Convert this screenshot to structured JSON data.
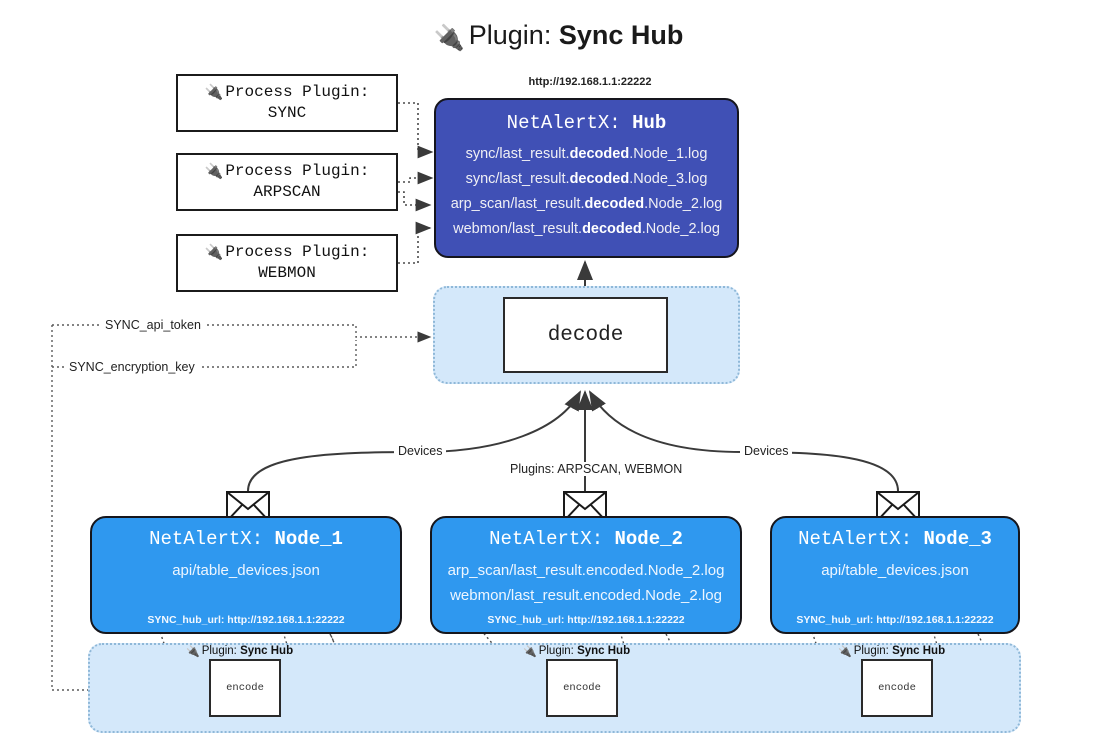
{
  "title": {
    "icon": "plug-icon",
    "prefix": "Plugin: ",
    "name": "Sync Hub"
  },
  "hub": {
    "url": "http://192.168.1.1:22222",
    "title_prefix": "NetAlertX: ",
    "title_name": "Hub",
    "logs": [
      {
        "pre": "sync/last_result.",
        "mid": "decoded",
        "post": ".Node_1.log"
      },
      {
        "pre": "sync/last_result.",
        "mid": "decoded",
        "post": ".Node_3.log"
      },
      {
        "pre": "arp_scan/last_result.",
        "mid": "decoded",
        "post": ".Node_2.log"
      },
      {
        "pre": "webmon/last_result.",
        "mid": "decoded",
        "post": ".Node_2.log"
      }
    ]
  },
  "process_plugins": [
    {
      "icon": "plug-icon",
      "line1": "Process Plugin:",
      "line2": "SYNC"
    },
    {
      "icon": "plug-icon",
      "line1": "Process Plugin:",
      "line2": "ARPSCAN"
    },
    {
      "icon": "plug-icon",
      "line1": "Process Plugin:",
      "line2": "WEBMON"
    }
  ],
  "decode": {
    "label": "decode"
  },
  "wire_labels": {
    "devices_left": "Devices",
    "devices_right": "Devices",
    "plugins_middle": "Plugins: ARPSCAN, WEBMON",
    "api_token": "SYNC_api_token",
    "encryption_key": "SYNC_encryption_key"
  },
  "nodes": [
    {
      "icon": "envelope-icon",
      "title_prefix": "NetAlertX: ",
      "title_name": "Node_1",
      "lines": [
        "api/table_devices.json"
      ],
      "footer": "SYNC_hub_url: http://192.168.1.1:22222"
    },
    {
      "icon": "envelope-icon",
      "title_prefix": "NetAlertX: ",
      "title_name": "Node_2",
      "lines": [
        "arp_scan/last_result.encoded.Node_2.log",
        "webmon/last_result.encoded.Node_2.log"
      ],
      "footer": "SYNC_hub_url: http://192.168.1.1:22222"
    },
    {
      "icon": "envelope-icon",
      "title_prefix": "NetAlertX: ",
      "title_name": "Node_3",
      "lines": [
        "api/table_devices.json"
      ],
      "footer": "SYNC_hub_url: http://192.168.1.1:22222"
    }
  ],
  "encoders": [
    {
      "plugin_label_prefix": "Plugin: ",
      "plugin_label_name": "Sync Hub",
      "box_label": "encode"
    },
    {
      "plugin_label_prefix": "Plugin: ",
      "plugin_label_name": "Sync Hub",
      "box_label": "encode"
    },
    {
      "plugin_label_prefix": "Plugin: ",
      "plugin_label_name": "Sync Hub",
      "box_label": "encode"
    }
  ],
  "colors": {
    "hub_fill": "#4050b5",
    "node_fill": "#2f98ef",
    "container_fill": "#d4e8fa",
    "line": "#3a3a3a"
  }
}
